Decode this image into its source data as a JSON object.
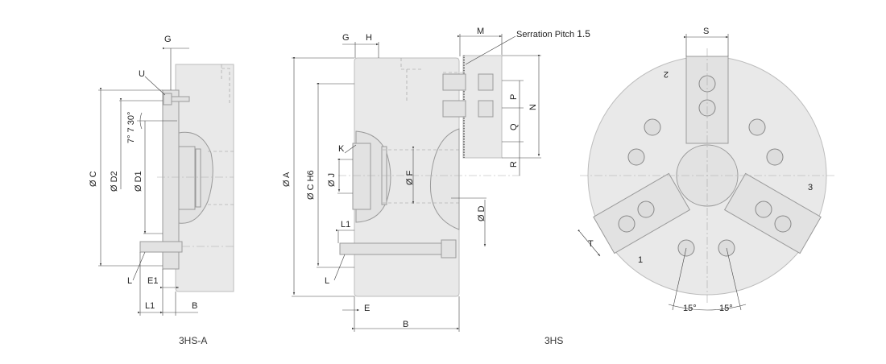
{
  "views": {
    "side_a": {
      "caption": "3HS-A",
      "labels": {
        "G": "G",
        "U": "U",
        "angle": "7° 7 30°",
        "C": "Ø C",
        "D2": "Ø D2",
        "D1": "Ø D1",
        "L": "L",
        "E1": "E1",
        "L1": "L1",
        "B": "B"
      }
    },
    "side": {
      "caption": "3HS",
      "labels": {
        "G": "G",
        "H": "H",
        "M": "M",
        "serration": "Serration Pitch",
        "serration_value": "1.5",
        "A": "Ø A",
        "C": "Ø C  H6",
        "K": "K",
        "J": "Ø J",
        "F": "Ø F",
        "P": "P",
        "N": "N",
        "Q": "Q",
        "R": "R",
        "D": "Ø D",
        "L1": "L1",
        "L": "L",
        "E": "E",
        "B": "B"
      }
    },
    "front": {
      "labels": {
        "S": "S",
        "T": "T",
        "angle_left": "15°",
        "angle_right": "15°",
        "jaw1": "1",
        "jaw2": "2",
        "jaw3": "3"
      }
    }
  }
}
